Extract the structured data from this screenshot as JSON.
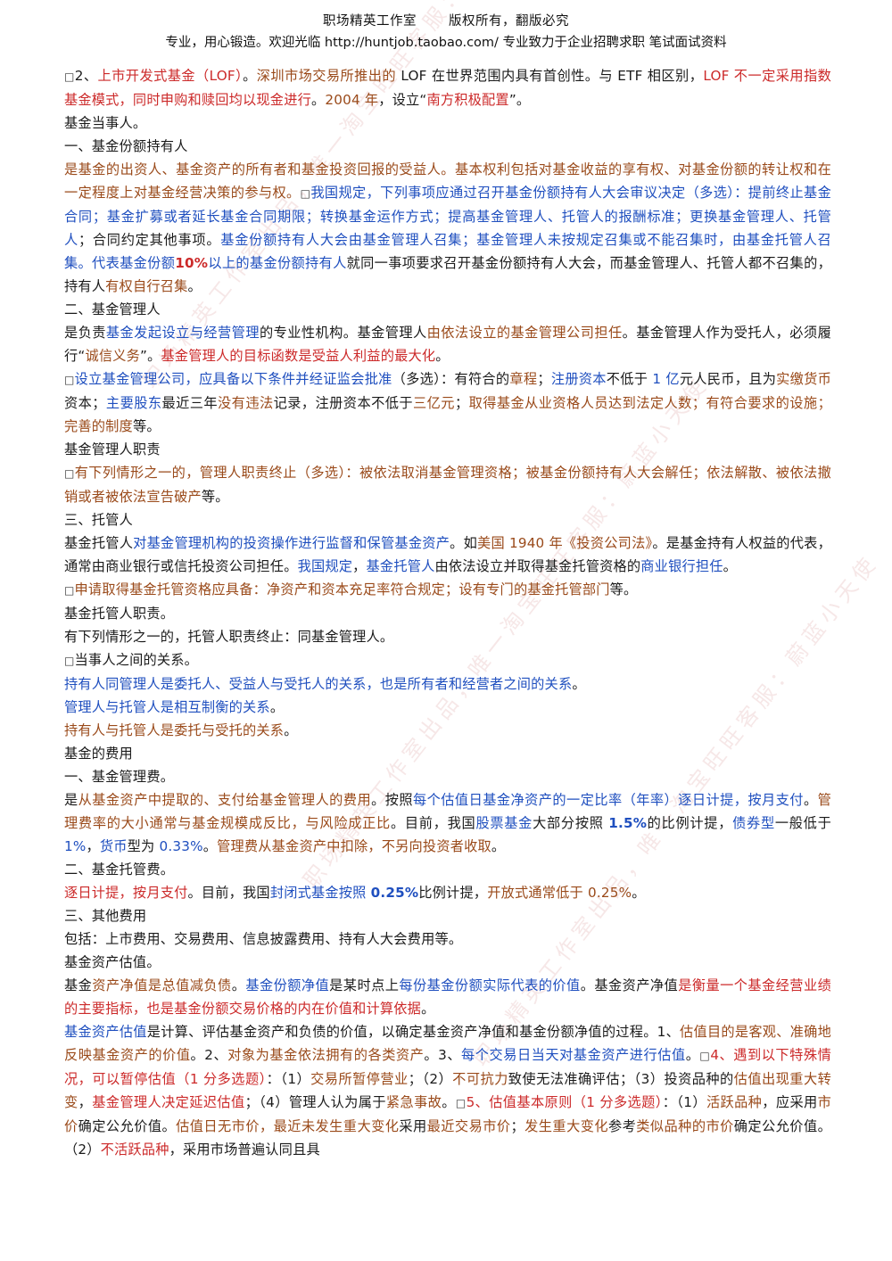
{
  "header": {
    "studio": "职场精英工作室",
    "rights": "版权所有，翻版必究",
    "slogan": "专业，用心锻造。欢迎光临 http://huntjob.taobao.com/ 专业致力于企业招聘求职 笔试面试资料"
  },
  "watermark": "职场精英工作室出品，唯一淘宝旺旺客服：蔚蓝小天使",
  "paragraphs": [
    {
      "class": "",
      "spans": [
        {
          "c": "sq",
          "t": "□"
        },
        {
          "c": "",
          "t": "2、"
        },
        {
          "c": "r",
          "t": "上市开发式基金（LOF）"
        },
        {
          "c": "",
          "t": "。"
        },
        {
          "c": "br",
          "t": "深圳市场交易所推出的"
        },
        {
          "c": "",
          "t": " LOF 在世界范围内具有首创性。与 ETF 相区别，"
        },
        {
          "c": "r",
          "t": "LOF 不一定采用指数基金模式，同时申购和赎回均以现金进行"
        },
        {
          "c": "",
          "t": "。"
        },
        {
          "c": "br",
          "t": "2004 年"
        },
        {
          "c": "",
          "t": "，设立“"
        },
        {
          "c": "r",
          "t": "南方积极配置"
        },
        {
          "c": "",
          "t": "”。"
        }
      ]
    },
    {
      "class": "hd",
      "spans": [
        {
          "c": "",
          "t": "基金当事人。"
        }
      ]
    },
    {
      "class": "hd",
      "spans": [
        {
          "c": "",
          "t": "  一、基金份额持有人"
        }
      ]
    },
    {
      "class": "",
      "spans": [
        {
          "c": "",
          "t": "  "
        },
        {
          "c": "br",
          "t": "是基金的出资人、基金资产的所有者和基金投资回报的受益人。基本权利包括对基金收益的享有权、对基金份额的转让权和在一定程度上对基金经营决策的参与权。"
        },
        {
          "c": "sq",
          "t": "□"
        },
        {
          "c": "b",
          "t": "我国规定，下列事项应通过召开基金份额持有人大会审议决定（多选）：提前终止基金合同；基金扩募或者延长基金合同期限；转换基金运作方式；提高基金管理人、托管人的报酬标准；更换基金管理人、托管人"
        },
        {
          "c": "",
          "t": "；合同约定其他事项。"
        },
        {
          "c": "b",
          "t": "基金份额持有人大会由基金管理人召集；基金管理人未按规定召集或不能召集时，由基金托管人召集。代表基金份额"
        },
        {
          "c": "r bold",
          "t": "10%"
        },
        {
          "c": "b",
          "t": "以上的基金份额持有人"
        },
        {
          "c": "",
          "t": "就同一事项要求召开基金份额持有人大会，而基金管理人、托管人都不召集的，持有人"
        },
        {
          "c": "br",
          "t": "有权自行召集"
        },
        {
          "c": "",
          "t": "。"
        }
      ]
    },
    {
      "class": "hd",
      "spans": [
        {
          "c": "",
          "t": "二、基金管理人"
        }
      ]
    },
    {
      "class": "",
      "spans": [
        {
          "c": "",
          "t": "是负责"
        },
        {
          "c": "b",
          "t": "基金发起设立与经营管理"
        },
        {
          "c": "",
          "t": "的专业性机构。基金管理人"
        },
        {
          "c": "br",
          "t": "由依法设立的基金管理公司担任"
        },
        {
          "c": "",
          "t": "。基金管理人作为受托人，必须履行“"
        },
        {
          "c": "br",
          "t": "诚信义务"
        },
        {
          "c": "",
          "t": "”。"
        },
        {
          "c": "r",
          "t": "基金管理人的目标函数是受益人利益的最大化"
        },
        {
          "c": "",
          "t": "。"
        }
      ]
    },
    {
      "class": "",
      "spans": [
        {
          "c": "sq",
          "t": "□"
        },
        {
          "c": "b",
          "t": "设立基金管理公司，应具备以下条件并经证监会批准"
        },
        {
          "c": "",
          "t": "（多选）：有符合的"
        },
        {
          "c": "br",
          "t": "章程"
        },
        {
          "c": "",
          "t": "；"
        },
        {
          "c": "b",
          "t": "注册资本"
        },
        {
          "c": "",
          "t": "不低于"
        },
        {
          "c": "b",
          "t": " 1 亿"
        },
        {
          "c": "",
          "t": "元人民币，且为"
        },
        {
          "c": "br",
          "t": "实缴货币"
        },
        {
          "c": "",
          "t": "资本；"
        },
        {
          "c": "b",
          "t": "主要股东"
        },
        {
          "c": "",
          "t": "最近三年"
        },
        {
          "c": "br",
          "t": "没有违法"
        },
        {
          "c": "",
          "t": "记录，注册资本不低于"
        },
        {
          "c": "br",
          "t": "三亿元"
        },
        {
          "c": "",
          "t": "；"
        },
        {
          "c": "br",
          "t": "取得基金从业资格人员达到法定人数；有符合要求的设施；完善的制度"
        },
        {
          "c": "",
          "t": "等。"
        }
      ]
    },
    {
      "class": "hd",
      "spans": [
        {
          "c": "",
          "t": "基金管理人职责"
        }
      ]
    },
    {
      "class": "",
      "spans": [
        {
          "c": "sq",
          "t": "□"
        },
        {
          "c": "br",
          "t": "有下列情形之一的，管理人职责终止（多选）：被依法取消基金管理资格；被基金份额持有人大会解任；依法解散、被依法撤销或者被依法宣告破产"
        },
        {
          "c": "",
          "t": "等。"
        }
      ]
    },
    {
      "class": "hd",
      "spans": [
        {
          "c": "",
          "t": "三、托管人"
        }
      ]
    },
    {
      "class": "",
      "spans": [
        {
          "c": "",
          "t": "基金托管人"
        },
        {
          "c": "b",
          "t": "对基金管理机构的投资操作进行监督和保管基金资产"
        },
        {
          "c": "",
          "t": "。如"
        },
        {
          "c": "br",
          "t": "美国 1940 年《投资公司法》"
        },
        {
          "c": "",
          "t": "。是基金持有人权益的代表，通常由商业银行或信托投资公司担任。"
        },
        {
          "c": "b",
          "t": "我国规定"
        },
        {
          "c": "",
          "t": "，"
        },
        {
          "c": "b",
          "t": "基金托管人"
        },
        {
          "c": "",
          "t": "由依法设立并取得基金托管资格的"
        },
        {
          "c": "b",
          "t": "商业银行担任"
        },
        {
          "c": "",
          "t": "。"
        }
      ]
    },
    {
      "class": "",
      "spans": [
        {
          "c": "sq",
          "t": "□"
        },
        {
          "c": "br",
          "t": "申请取得基金托管资格应具备：净资产和资本充足率符合规定；设有专门的基金托管部门"
        },
        {
          "c": "",
          "t": "等。"
        }
      ]
    },
    {
      "class": "hd",
      "spans": [
        {
          "c": "",
          "t": "基金托管人职责。"
        }
      ]
    },
    {
      "class": "",
      "spans": [
        {
          "c": "",
          "t": "有下列情形之一的，托管人职责终止：同基金管理人。"
        }
      ]
    },
    {
      "class": "",
      "spans": [
        {
          "c": "sq",
          "t": "□"
        },
        {
          "c": "",
          "t": "当事人之间的关系。"
        }
      ]
    },
    {
      "class": "",
      "spans": [
        {
          "c": "b",
          "t": "持有人同管理人是委托人、受益人与受托人的关系，也是所有者和经营者之间的关系"
        },
        {
          "c": "",
          "t": "。"
        }
      ]
    },
    {
      "class": "",
      "spans": [
        {
          "c": "b",
          "t": "管理人与托管人是相互制衡的关系"
        },
        {
          "c": "",
          "t": "。"
        }
      ]
    },
    {
      "class": "",
      "spans": [
        {
          "c": "br",
          "t": "持有人与托管人是委托与受托的关系"
        },
        {
          "c": "",
          "t": "。"
        }
      ]
    },
    {
      "class": "hd",
      "spans": [
        {
          "c": "",
          "t": "基金的费用"
        }
      ]
    },
    {
      "class": "hd",
      "spans": [
        {
          "c": "",
          "t": "一、基金管理费。"
        }
      ]
    },
    {
      "class": "",
      "spans": [
        {
          "c": "",
          "t": "是"
        },
        {
          "c": "br",
          "t": "从基金资产中提取的、支付给基金管理人的费用"
        },
        {
          "c": "",
          "t": "。按照"
        },
        {
          "c": "b",
          "t": "每个估值日基金净资产的一定比率（年率）逐日计提，按月支付"
        },
        {
          "c": "",
          "t": "。"
        },
        {
          "c": "br",
          "t": "管理费率的大小通常与基金规模成反比，与风险成正比"
        },
        {
          "c": "",
          "t": "。目前，我国"
        },
        {
          "c": "b",
          "t": "股票基金"
        },
        {
          "c": "",
          "t": "大部分按照 "
        },
        {
          "c": "b bold",
          "t": "1.5%"
        },
        {
          "c": "",
          "t": "的比例计提，"
        },
        {
          "c": "b",
          "t": "债券型"
        },
        {
          "c": "",
          "t": "一般低于 "
        },
        {
          "c": "b",
          "t": "1%"
        },
        {
          "c": "",
          "t": "，"
        },
        {
          "c": "b",
          "t": "货币"
        },
        {
          "c": "",
          "t": "型为 "
        },
        {
          "c": "b",
          "t": "0.33%"
        },
        {
          "c": "",
          "t": "。"
        },
        {
          "c": "br",
          "t": "管理费从基金资产中扣除，不另向投资者收取"
        },
        {
          "c": "",
          "t": "。"
        }
      ]
    },
    {
      "class": "hd",
      "spans": [
        {
          "c": "",
          "t": "二、基金托管费。"
        }
      ]
    },
    {
      "class": "",
      "spans": [
        {
          "c": "r",
          "t": "逐日计提，按月支付"
        },
        {
          "c": "",
          "t": "。目前，我国"
        },
        {
          "c": "b",
          "t": "封闭式基金按照 "
        },
        {
          "c": "b bold",
          "t": "0.25%"
        },
        {
          "c": "",
          "t": "比例计提，"
        },
        {
          "c": "br",
          "t": "开放式通常低于 "
        },
        {
          "c": "br",
          "t": "0.25%"
        },
        {
          "c": "",
          "t": "。"
        }
      ]
    },
    {
      "class": "hd",
      "spans": [
        {
          "c": "",
          "t": "三、其他费用"
        }
      ]
    },
    {
      "class": "",
      "spans": [
        {
          "c": "",
          "t": "包括：上市费用、交易费用、信息披露费用、持有人大会费用等。"
        }
      ]
    },
    {
      "class": "hd",
      "spans": [
        {
          "c": "",
          "t": "基金资产估值。"
        }
      ]
    },
    {
      "class": "",
      "spans": [
        {
          "c": "",
          "t": "基金"
        },
        {
          "c": "br",
          "t": "资产净值是总值减负债"
        },
        {
          "c": "",
          "t": "。"
        },
        {
          "c": "b",
          "t": "基金份额净值"
        },
        {
          "c": "",
          "t": "是某时点上"
        },
        {
          "c": "b",
          "t": "每份基金份额实际代表的价值"
        },
        {
          "c": "",
          "t": "。基金资产净值"
        },
        {
          "c": "r",
          "t": "是衡量一个基金经营业绩的主要指标，也是基金份额交易价格的内在价值和计算依据"
        },
        {
          "c": "",
          "t": "。"
        }
      ]
    },
    {
      "class": "",
      "spans": [
        {
          "c": "b",
          "t": "基金资产估值"
        },
        {
          "c": "",
          "t": "是计算、评估基金资产和负债的价值，以确定基金资产净值和基金份额净值的过程。1、"
        },
        {
          "c": "br",
          "t": "估值目的是客观、准确地反映基金资产的价值"
        },
        {
          "c": "",
          "t": "。2、"
        },
        {
          "c": "br",
          "t": "对象为基金依法拥有的各类资产"
        },
        {
          "c": "",
          "t": "。3、"
        },
        {
          "c": "b",
          "t": "每个交易日当天对基金资产进行估值"
        },
        {
          "c": "",
          "t": "。"
        },
        {
          "c": "sq",
          "t": "□"
        },
        {
          "c": "r",
          "t": "4、遇到以下特殊情况，可以暂停估值（1 分多选题）"
        },
        {
          "c": "",
          "t": "：（1）"
        },
        {
          "c": "br",
          "t": "交易所暂停营业"
        },
        {
          "c": "",
          "t": "；（2）"
        },
        {
          "c": "br",
          "t": "不可抗力"
        },
        {
          "c": "",
          "t": "致使无法准确评估；（3）投资品种的"
        },
        {
          "c": "br",
          "t": "估值出现重大转变"
        },
        {
          "c": "",
          "t": "，"
        },
        {
          "c": "r",
          "t": "基金管理人决定延迟估值"
        },
        {
          "c": "",
          "t": "；（4）管理人认为属于"
        },
        {
          "c": "br",
          "t": "紧急事故"
        },
        {
          "c": "",
          "t": "。"
        },
        {
          "c": "sq",
          "t": "□"
        },
        {
          "c": "r",
          "t": "5、估值基本原则（1 分多选题）"
        },
        {
          "c": "",
          "t": "：（1）"
        },
        {
          "c": "br",
          "t": "活跃品种"
        },
        {
          "c": "",
          "t": "，应采用"
        },
        {
          "c": "br",
          "t": "市价"
        },
        {
          "c": "",
          "t": "确定公允价值。"
        },
        {
          "c": "br",
          "t": "估值日无市价，最近未发生重大变化"
        },
        {
          "c": "",
          "t": "采用"
        },
        {
          "c": "br",
          "t": "最近交易市价"
        },
        {
          "c": "",
          "t": "；"
        },
        {
          "c": "br",
          "t": "发生重大变化"
        },
        {
          "c": "",
          "t": "参考"
        },
        {
          "c": "br",
          "t": "类似品种的市价"
        },
        {
          "c": "",
          "t": "确定公允价值。（2）"
        },
        {
          "c": "r",
          "t": "不活跃品种"
        },
        {
          "c": "",
          "t": "，采用市场普遍认同且具"
        }
      ]
    }
  ]
}
